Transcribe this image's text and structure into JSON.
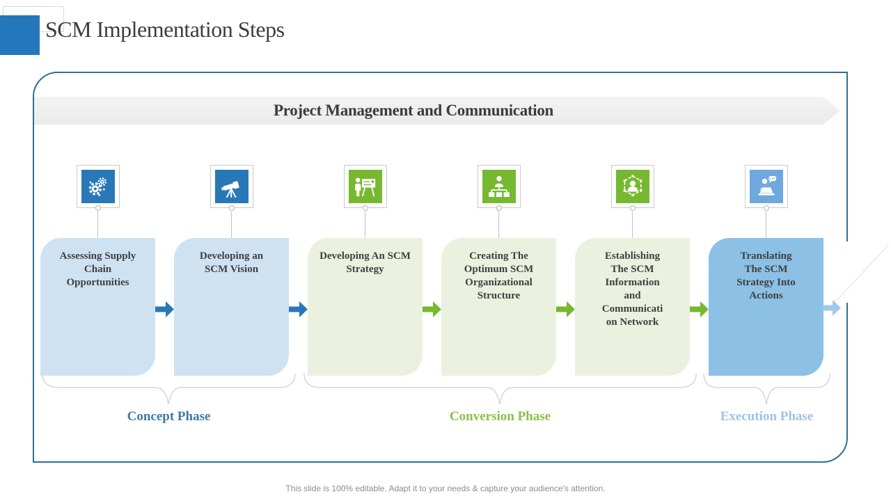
{
  "slide": {
    "title": "SCM Implementation Steps",
    "banner_label": "Project Management and Communication",
    "footer_note": "This slide is 100% editable. Adapt it to your needs & capture your audience's attention."
  },
  "steps": [
    {
      "label": "Assessing  Supply\nChain\nOpportunities",
      "icon": "gears-innovation-icon",
      "theme": "blue"
    },
    {
      "label": "Developing an\nSCM Vision",
      "icon": "telescope-icon",
      "theme": "blue"
    },
    {
      "label": "Developing An SCM\nStrategy",
      "icon": "presentation-icon",
      "theme": "green"
    },
    {
      "label": "Creating The\nOptimum SCM\nOrganizational\nStructure",
      "icon": "org-chart-icon",
      "theme": "green"
    },
    {
      "label": "Establishing\nThe SCM\nInformation\nand\nCommunicati\non Network",
      "icon": "people-network-icon",
      "theme": "green"
    },
    {
      "label": "Translating\nThe SCM\nStrategy Into\nActions",
      "icon": "person-laptop-icon",
      "theme": "solid-blue"
    }
  ],
  "phases": [
    {
      "label": "Concept Phase",
      "color": "#3e7ba6"
    },
    {
      "label": "Conversion Phase",
      "color": "#8ac04a"
    },
    {
      "label": "Execution Phase",
      "color": "#9cc3e6"
    }
  ],
  "colors": {
    "accent_blue": "#2577bb",
    "icon_blue": "#2878b8",
    "icon_green": "#76b82f",
    "icon_light_blue": "#6fa8dc",
    "card_light_blue": "#cfe2f2",
    "card_light_green": "#eaf2df",
    "card_solid_blue": "#8cc0e5",
    "arrow_exit_blue": "#9ec9ea",
    "frame_border": "#2c7191"
  }
}
